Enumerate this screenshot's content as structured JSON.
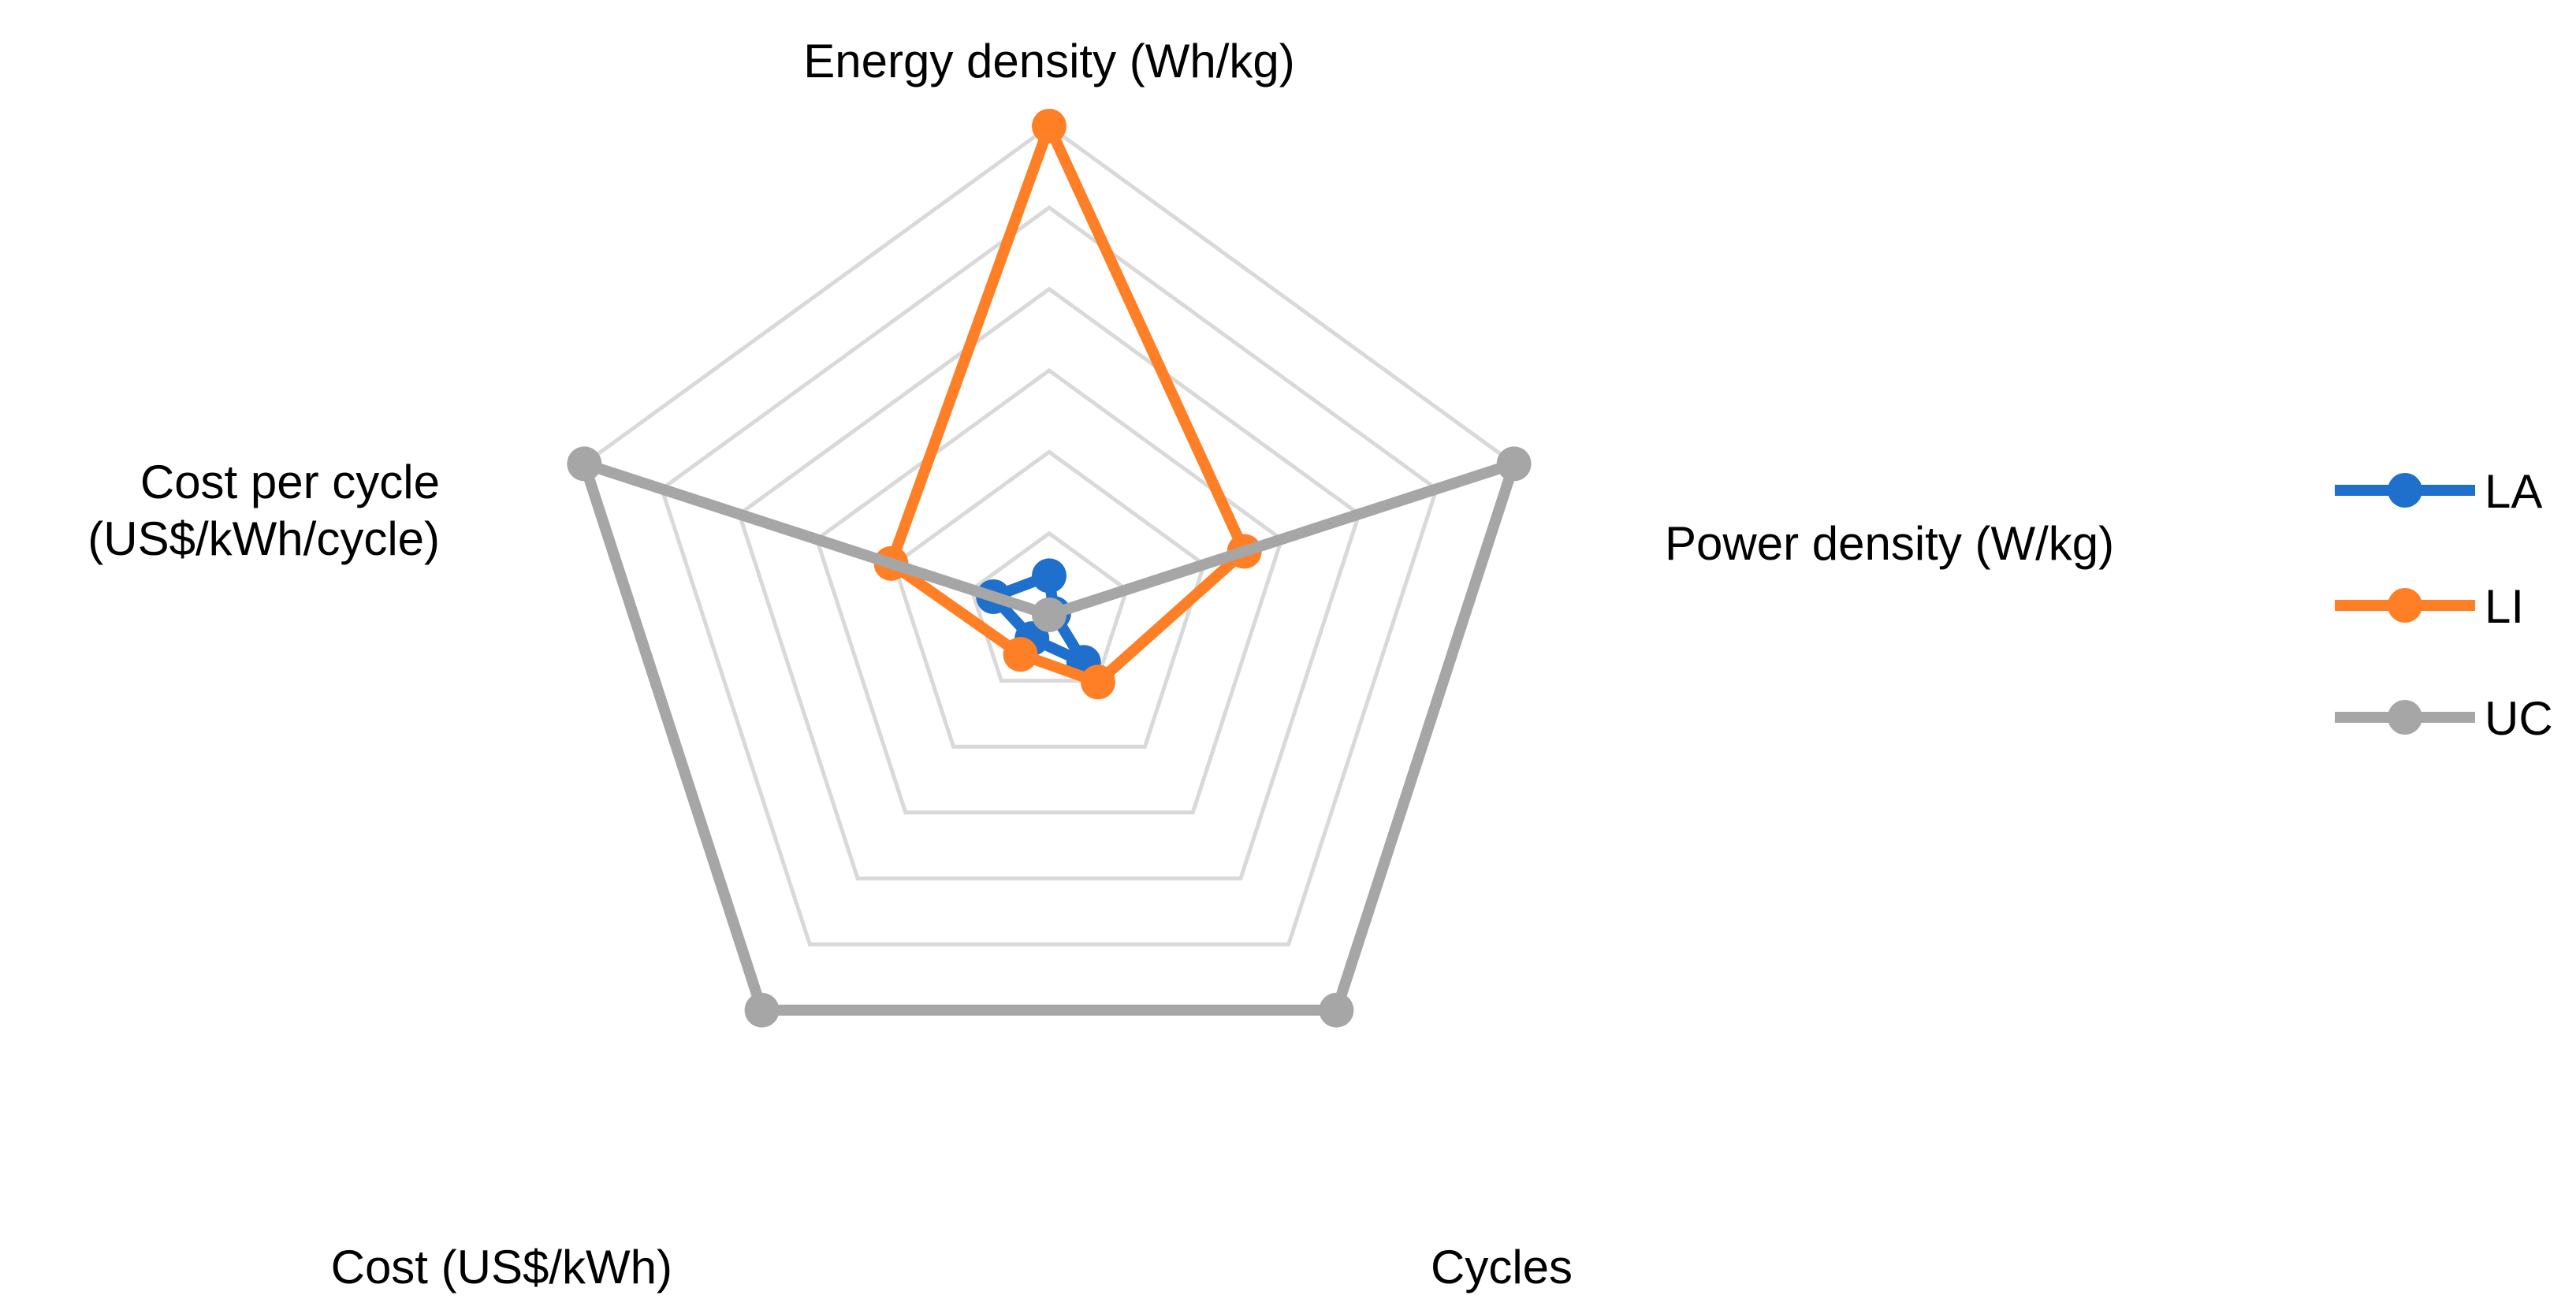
{
  "chart_data": {
    "type": "radar",
    "axes": [
      "Energy density (Wh/kg)",
      "Power density (W/kg)",
      "Cycles",
      "Cost (US$/kWh)",
      "Cost per cycle (US$/kWh/cycle)"
    ],
    "axis_label_lines": [
      [
        "Energy density (Wh/kg)"
      ],
      [
        "Power density (W/kg)"
      ],
      [
        "Cycles"
      ],
      [
        "Cost (US$/kWh)"
      ],
      [
        "Cost per cycle",
        "(US$/kWh/cycle)"
      ]
    ],
    "scale": {
      "min": 0,
      "max": 1,
      "rings": 6
    },
    "series": [
      {
        "name": "LA",
        "color": "#1f6fcc",
        "values": [
          0.08,
          0.01,
          0.12,
          0.06,
          0.12
        ]
      },
      {
        "name": "LI",
        "color": "#ff7f27",
        "values": [
          1.0,
          0.42,
          0.17,
          0.1,
          0.34
        ]
      },
      {
        "name": "UC",
        "color": "#a6a6a6",
        "values": [
          0.0,
          1.0,
          1.0,
          1.0,
          1.0
        ]
      }
    ],
    "grid": true,
    "legend_position": "right"
  }
}
